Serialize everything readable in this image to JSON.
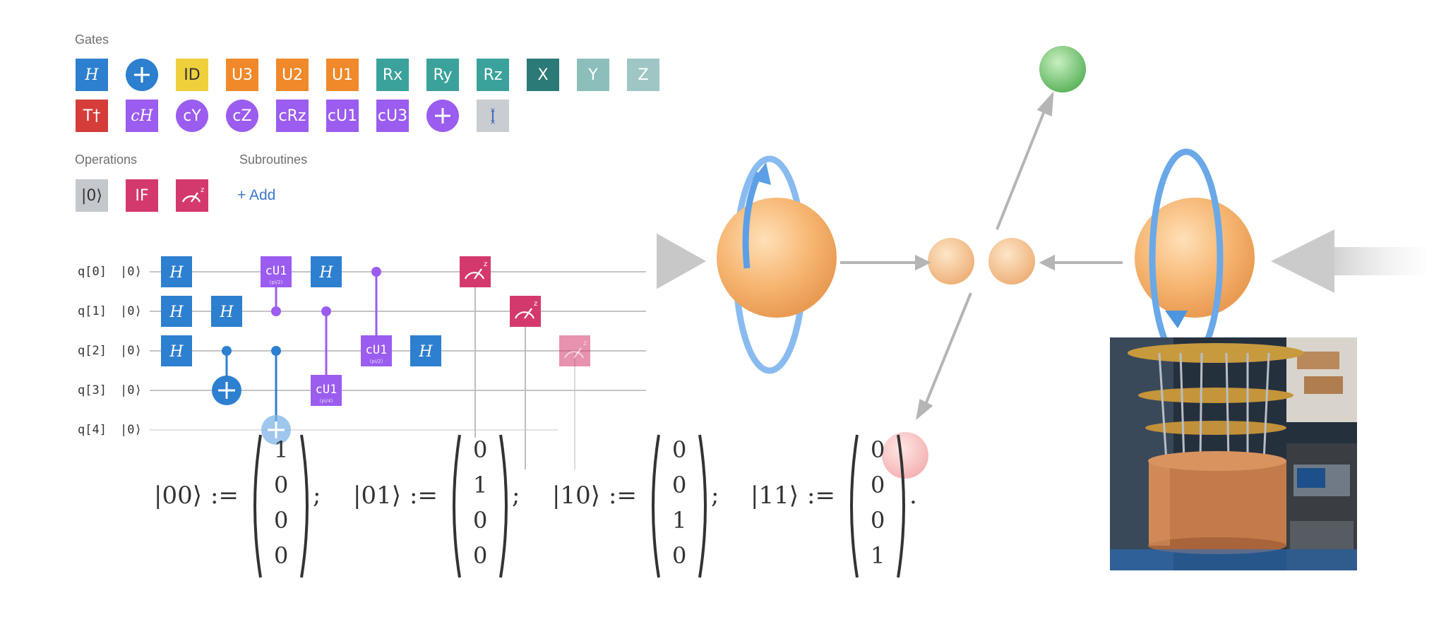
{
  "palette": {
    "hadamard": "#2d7fcf",
    "cnot": "#2d7fcf",
    "id": "#f0cf3c",
    "u_gates": "#f0892a",
    "rotation": "#3aa29b",
    "x_gate": "#2c7a77",
    "y_gate": "#8cbfbb",
    "z_gate": "#9fc6c4",
    "t_gate": "#d43d3a",
    "controlled": "#9b5cf0",
    "swap": "#c9ccd0",
    "reset": "#c4c7cc",
    "if_op": "#d4396e",
    "measure": "#d4396e",
    "wire": "#bbbbbb",
    "sphere": "#f4b06a",
    "spin_arrow": "#6aa8e8"
  },
  "gates": {
    "title": "Gates",
    "row1": [
      {
        "label": "H",
        "color": "#2d7fcf",
        "shape": "square",
        "italic": true
      },
      {
        "label": "+",
        "color": "#2d7fcf",
        "shape": "circle"
      },
      {
        "label": "ID",
        "color": "#f0cf3c",
        "shape": "square",
        "text_color": "#333333"
      },
      {
        "label": "U3",
        "color": "#f0892a",
        "shape": "square"
      },
      {
        "label": "U2",
        "color": "#f0892a",
        "shape": "square"
      },
      {
        "label": "U1",
        "color": "#f0892a",
        "shape": "square"
      },
      {
        "label": "Rx",
        "color": "#3aa29b",
        "shape": "square"
      },
      {
        "label": "Ry",
        "color": "#3aa29b",
        "shape": "square"
      },
      {
        "label": "Rz",
        "color": "#3aa29b",
        "shape": "square"
      },
      {
        "label": "X",
        "color": "#2c7a77",
        "shape": "square"
      },
      {
        "label": "Y",
        "color": "#8cbfbb",
        "shape": "square"
      },
      {
        "label": "Z",
        "color": "#9fc6c4",
        "shape": "square"
      }
    ],
    "row2": [
      {
        "label": "T†",
        "color": "#d43d3a",
        "shape": "square"
      },
      {
        "label": "cH",
        "color": "#9b5cf0",
        "shape": "square",
        "italic": true
      },
      {
        "label": "cY",
        "color": "#9b5cf0",
        "shape": "circle"
      },
      {
        "label": "cZ",
        "color": "#9b5cf0",
        "shape": "circle"
      },
      {
        "label": "cRz",
        "color": "#9b5cf0",
        "shape": "square"
      },
      {
        "label": "cU1",
        "color": "#9b5cf0",
        "shape": "square"
      },
      {
        "label": "cU3",
        "color": "#9b5cf0",
        "shape": "square"
      },
      {
        "label": "+",
        "color": "#9b5cf0",
        "shape": "circle"
      },
      {
        "label": "swap",
        "color": "#c9ccd0",
        "shape": "square",
        "icon": "swap-icon"
      }
    ]
  },
  "operations": {
    "title": "Operations",
    "items": [
      {
        "label": "|0⟩",
        "color": "#c4c7cc",
        "text_color": "#333333"
      },
      {
        "label": "IF",
        "color": "#d4396e"
      },
      {
        "label": "measure",
        "color": "#d4396e",
        "icon": "measure-icon"
      }
    ]
  },
  "subroutines": {
    "title": "Subroutines",
    "add_label": "+ Add"
  },
  "circuit": {
    "qubits": [
      "q[0]",
      "q[1]",
      "q[2]",
      "q[3]",
      "q[4]"
    ],
    "ket": "|0⟩",
    "gate_H": "H",
    "gate_cU1": "cU1",
    "params": [
      "(pi/2)",
      "(pi/4)",
      "(pi/2)"
    ]
  },
  "equations": {
    "kets": [
      "|00⟩",
      "|01⟩",
      "|10⟩",
      "|11⟩"
    ],
    "assign": ":=",
    "vectors": [
      [
        "1",
        "0",
        "0",
        "0"
      ],
      [
        "0",
        "1",
        "0",
        "0"
      ],
      [
        "0",
        "0",
        "1",
        "0"
      ],
      [
        "0",
        "0",
        "0",
        "1"
      ]
    ],
    "separators": [
      ";",
      ";",
      ";",
      "."
    ]
  }
}
